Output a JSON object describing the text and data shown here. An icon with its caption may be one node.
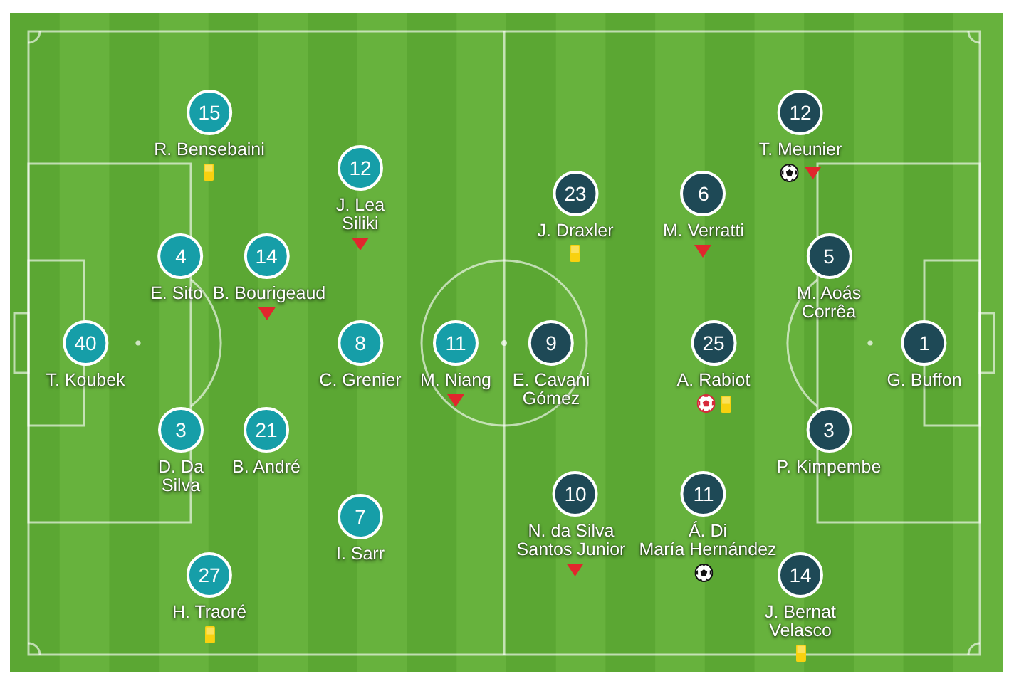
{
  "diagram": {
    "nodes": [
      {
        "text": [
          "40",
          "T. Koubek"
        ]
      },
      {
        "text": [
          "15",
          "R. Bensebaini"
        ]
      },
      {
        "text": [
          "4",
          "E. Sito"
        ]
      },
      {
        "text": [
          "3",
          "D. Da Silva"
        ]
      },
      {
        "text": [
          "27",
          "H. Traoré"
        ]
      },
      {
        "text": [
          "14",
          "B. Bourigeaud"
        ]
      },
      {
        "text": [
          "21",
          "B. André"
        ]
      },
      {
        "text": [
          "12",
          "J. Lea Siliki"
        ]
      },
      {
        "text": [
          "8",
          "C. Grenier"
        ]
      },
      {
        "text": [
          "7",
          "I. Sarr"
        ]
      },
      {
        "text": [
          "11",
          "M. Niang"
        ]
      },
      {
        "text": [
          "9",
          "E. Cavani Gómez"
        ]
      },
      {
        "text": [
          "23",
          "J. Draxler"
        ]
      },
      {
        "text": [
          "10",
          "N. da Silva Santos Junior"
        ]
      },
      {
        "text": [
          "6",
          "M. Verratti"
        ]
      },
      {
        "text": [
          "25",
          "A. Rabiot"
        ]
      },
      {
        "text": [
          "11",
          "Á. Di María Hernández"
        ]
      },
      {
        "text": [
          "12",
          "T. Meunier"
        ]
      },
      {
        "text": [
          "14",
          "J. Bernat Velasco"
        ]
      },
      {
        "text": [
          "5",
          "M. Aoás Corrêa"
        ]
      },
      {
        "text": [
          "3",
          "P. Kimpembe"
        ]
      },
      {
        "text": [
          "1",
          "G. Buffon"
        ]
      }
    ]
  }
}
